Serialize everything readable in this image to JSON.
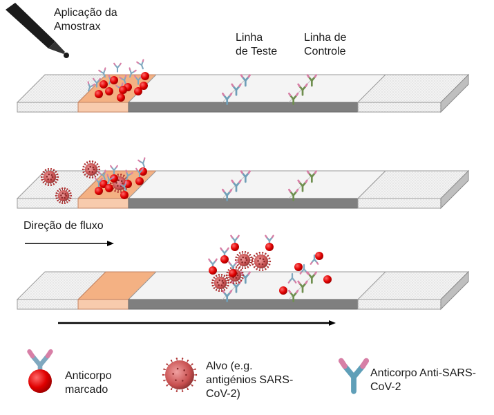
{
  "labels": {
    "sample_application": "Aplicação da\nAmostrax",
    "test_line": "Linha\nde Teste",
    "control_line": "Linha de\nControle",
    "flow_direction": "Direção de fluxo"
  },
  "legend": {
    "labeled_antibody": "Anticorpo\nmarcado",
    "target": "Alvo (e.g.\nantigénios SARS-\nCoV-2)",
    "anti_antibody": "Anticorpo Anti-SARS-\nCoV-2"
  },
  "colors": {
    "strip_top": "#f4f4f4",
    "strip_front": "#ffffff",
    "strip_side": "#bfbfbf",
    "conjugate_pad_top": "#f4b183",
    "conjugate_pad_front": "#f8cbad",
    "membrane": "#7f7f7f",
    "test_antibody": "#6f9fb8",
    "control_antibody": "#6f8f4f",
    "marker_red": "#e00000",
    "virus_body": "#d94c4c",
    "spike": "#8a2a2a"
  },
  "icons": [
    "dropper-icon",
    "antibody-icon",
    "labeled-antibody-icon",
    "virus-icon"
  ]
}
